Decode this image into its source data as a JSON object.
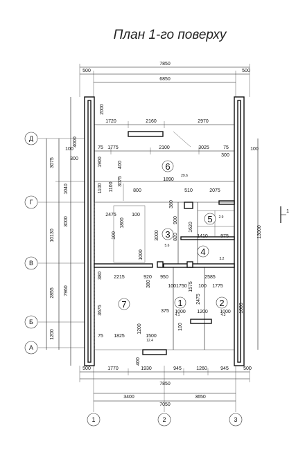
{
  "title": "План 1-го поверху",
  "dimensions": {
    "top_overall": "7850",
    "top_inner": "6850",
    "top_left_wall": "500",
    "top_right_wall": "500",
    "top_seg1": "1720",
    "top_seg2": "2160",
    "top_seg3": "2970",
    "row2_75a": "75",
    "row2_1775": "1775",
    "row2_2100": "2100",
    "row2_3025": "3025",
    "row2_75b": "75",
    "left_100": "100",
    "right_100": "100",
    "left_300": "300",
    "right_300": "300",
    "mid_800": "800",
    "mid_1890": "1890",
    "mid_510": "510",
    "mid_2075": "2075",
    "mid_2475": "2475",
    "mid_100": "100",
    "mid_1410": "1410",
    "mid_975": "975",
    "row_2215": "2215",
    "row_920": "920",
    "row_2585": "2585",
    "row_950": "950",
    "row_1001750": "1001750",
    "row_100b": "100",
    "row_1775": "1775",
    "row_1500": "1500",
    "row_1825": "1825",
    "row_75c": "75",
    "row_375": "375",
    "row_1000a": "1000",
    "row_1200a": "1200",
    "row_1000b": "1000",
    "bottom_500a": "500",
    "bottom_1770": "1770",
    "bottom_1930": "1930",
    "bottom_945a": "945",
    "bottom_1260": "1260",
    "bottom_945b": "945",
    "bottom_500b": "500",
    "bottom_overall": "7850",
    "bottom_3400": "3400",
    "bottom_3650": "3650",
    "bottom_7050": "7050",
    "left_4000": "4000",
    "left_3075": "3075",
    "left_1040": "1040",
    "left_3000": "3000",
    "left_10130": "10130",
    "left_2855": "2855",
    "left_7960": "7960",
    "left_1200": "1200",
    "left_2000": "2000",
    "left_1900": "1900",
    "left_1100": "1100",
    "left_3675": "3675",
    "left_380a": "380",
    "left_380b": "380",
    "inner_400": "400",
    "inner_3075": "3075",
    "inner_1100": "1100",
    "inner_1800": "1800",
    "inner_100": "100",
    "inner_3000": "3000",
    "inner_1000": "1000",
    "inner_380": "380",
    "inner_900": "900",
    "inner_820": "820",
    "inner_1620": "1620",
    "inner_1575": "1575",
    "inner_2475": "2475",
    "inner_1200": "1200",
    "inner_400b": "400",
    "inner_100b": "100",
    "right_13000": "13000",
    "right_1000": "1000"
  },
  "rooms": [
    "1",
    "2",
    "3",
    "4",
    "5",
    "6",
    "7"
  ],
  "areas": {
    "a5": "2.9",
    "a6": "29.6",
    "a3": "5.6",
    "a4": "3.2",
    "a1": "4.1",
    "a2": "4.3",
    "a7": "12.4"
  },
  "axes_rows": [
    "Д",
    "Г",
    "В",
    "Б",
    "А"
  ],
  "axes_cols": [
    "1",
    "2",
    "3"
  ],
  "section_mark": "1"
}
